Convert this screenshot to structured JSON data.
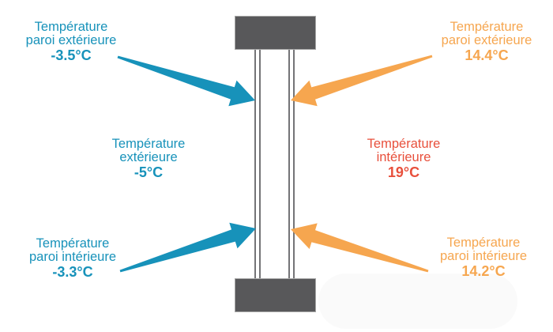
{
  "colors": {
    "cold": "#1792ba",
    "warm": "#f6a64f",
    "interior": "#e8503c",
    "frame": "#58585a",
    "glass_line": "#747477"
  },
  "labels": {
    "cold_surface_exterior": {
      "line1": "Température",
      "line2": "paroi extérieure",
      "value": "-3.5°C"
    },
    "warm_surface_exterior": {
      "line1": "Température",
      "line2": "paroi extérieure",
      "value": "14.4°C"
    },
    "cold_ambient": {
      "line1": "Température",
      "line2": "extérieure",
      "value": "-5°C"
    },
    "warm_ambient": {
      "line1": "Température",
      "line2": "intérieure",
      "value": "19°C"
    },
    "cold_surface_interior": {
      "line1": "Température",
      "line2": "paroi intérieure",
      "value": "-3.3°C"
    },
    "warm_surface_interior": {
      "line1": "Température",
      "line2": "paroi intérieure",
      "value": "14.2°C"
    }
  }
}
